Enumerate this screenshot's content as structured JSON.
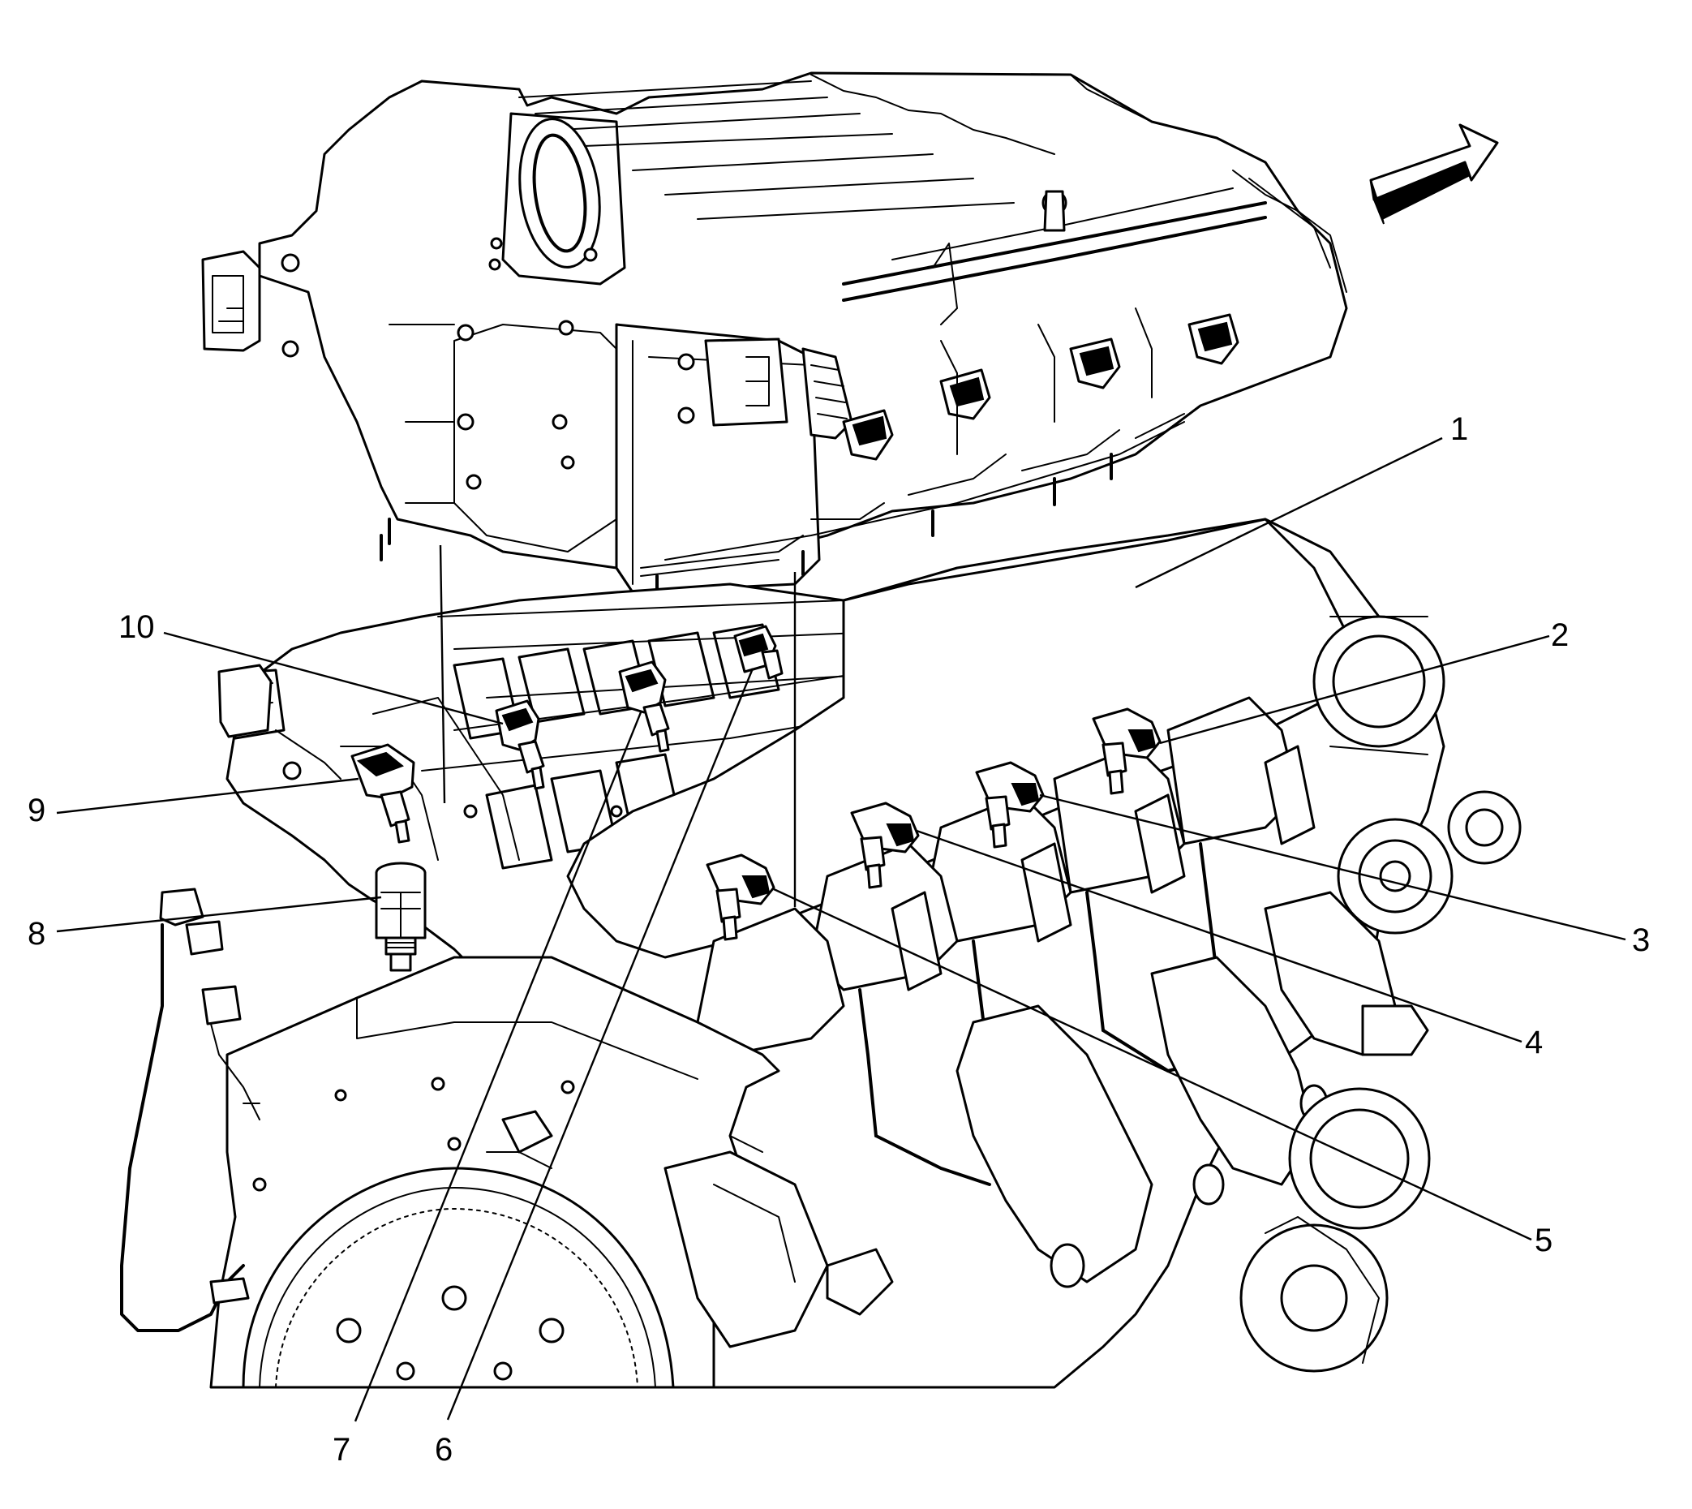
{
  "diagram": {
    "callouts": [
      {
        "id": "1",
        "label": "1"
      },
      {
        "id": "2",
        "label": "2"
      },
      {
        "id": "3",
        "label": "3"
      },
      {
        "id": "4",
        "label": "4"
      },
      {
        "id": "5",
        "label": "5"
      },
      {
        "id": "6",
        "label": "6"
      },
      {
        "id": "7",
        "label": "7"
      },
      {
        "id": "8",
        "label": "8"
      },
      {
        "id": "9",
        "label": "9"
      },
      {
        "id": "10",
        "label": "10"
      }
    ],
    "components": [
      "intake-manifold",
      "engine-block",
      "fuel-injector",
      "fuel-rail",
      "oil-pressure-sensor",
      "flywheel",
      "ignition-coil",
      "direction-arrow"
    ],
    "colors": {
      "ink": "#000000",
      "background": "#ffffff"
    }
  }
}
